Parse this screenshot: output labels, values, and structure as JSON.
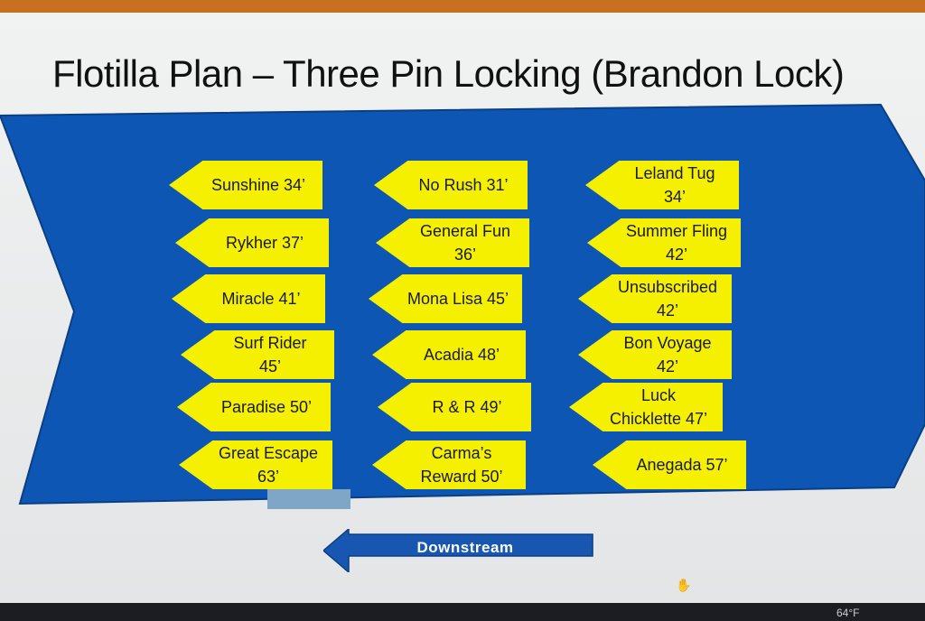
{
  "title": "Flotilla Plan – Three Pin Locking (Brandon Lock)",
  "columns": [
    [
      [
        "Sunshine 34’"
      ],
      [
        "Rykher 37’"
      ],
      [
        "Miracle 41’"
      ],
      [
        "Surf Rider",
        "45’"
      ],
      [
        "Paradise 50’"
      ],
      [
        "Great Escape",
        "63’"
      ]
    ],
    [
      [
        "No Rush 31’"
      ],
      [
        "General Fun",
        "36’"
      ],
      [
        "Mona Lisa 45’"
      ],
      [
        "Acadia 48’"
      ],
      [
        "R & R 49’"
      ],
      [
        "Carma’s",
        "Reward 50’"
      ]
    ],
    [
      [
        "Leland Tug",
        "34’"
      ],
      [
        "Summer Fling",
        "42’"
      ],
      [
        "Unsubscribed",
        "42’"
      ],
      [
        "Bon Voyage",
        "42’"
      ],
      [
        "Luck",
        "Chicklette 47’"
      ],
      [
        "Anegada 57’"
      ]
    ]
  ],
  "direction_label": "Downstream",
  "taskbar": {
    "temperature": "64°F"
  },
  "colors": {
    "blue": "#0d56b4",
    "yellow": "#f5f000",
    "orange": "#c8701f"
  }
}
